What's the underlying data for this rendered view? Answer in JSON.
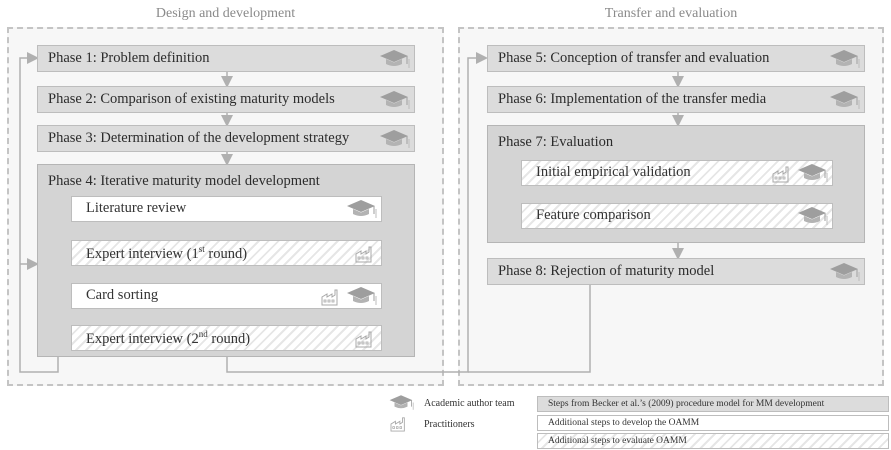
{
  "groups": {
    "design": "Design and development",
    "transfer": "Transfer and evaluation"
  },
  "phases": {
    "p1": "Phase 1: Problem definition",
    "p2": "Phase 2: Comparison of existing maturity models",
    "p3": "Phase 3: Determination of the development strategy",
    "p4": "Phase 4: Iterative maturity model development",
    "p5": "Phase 5: Conception of transfer and evaluation",
    "p6": "Phase 6: Implementation  of the transfer media",
    "p7": "Phase 7: Evaluation",
    "p8": "Phase 8: Rejection of maturity model"
  },
  "steps4": {
    "literature": "Literature review",
    "interview1_pre": "Expert interview (1",
    "interview1_sup": "st",
    "interview1_post": " round)",
    "card": "Card sorting",
    "interview2_pre": "Expert interview (2",
    "interview2_sup": "nd",
    "interview2_post": " round)"
  },
  "steps7": {
    "initial": "Initial empirical validation",
    "feature": "Feature comparison"
  },
  "legend": {
    "academic": "Academic author team",
    "practitioners": "Practitioners",
    "becker": "Steps from  Becker et al.’s (2009) procedure model for  MM development",
    "develop": "Additional steps to develop the OAMM",
    "evaluate": "Additional steps to evaluate OAMM"
  },
  "colors": {
    "phase_fill": "#dcdcdc",
    "group_fill": "#f7f7f7",
    "connector": "#b0b0b0",
    "text": "#2b2b2b"
  },
  "icons": {
    "academic": "mortarboard-icon",
    "practitioners": "factory-icon"
  }
}
